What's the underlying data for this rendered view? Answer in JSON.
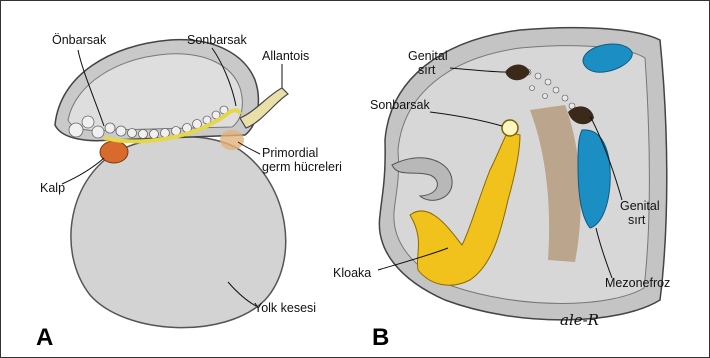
{
  "panel_a": {
    "letter": "A",
    "labels": {
      "foregut": "Önbarsak",
      "hindgut": "Sonbarsak",
      "allantois": "Allantois",
      "primordial_1": "Primordial",
      "primordial_2": "germ hücreleri",
      "heart": "Kalp",
      "yolk_sac": "Yolk kesesi"
    }
  },
  "panel_b": {
    "letter": "B",
    "labels": {
      "genital_ridge_top_1": "Genital",
      "genital_ridge_top_2": "sırt",
      "hindgut": "Sonbarsak",
      "genital_ridge_right_1": "Genital",
      "genital_ridge_right_2": "sırt",
      "cloaca": "Kloaka",
      "mesonephros": "Mezonefroz"
    },
    "signature": "ale-R"
  }
}
